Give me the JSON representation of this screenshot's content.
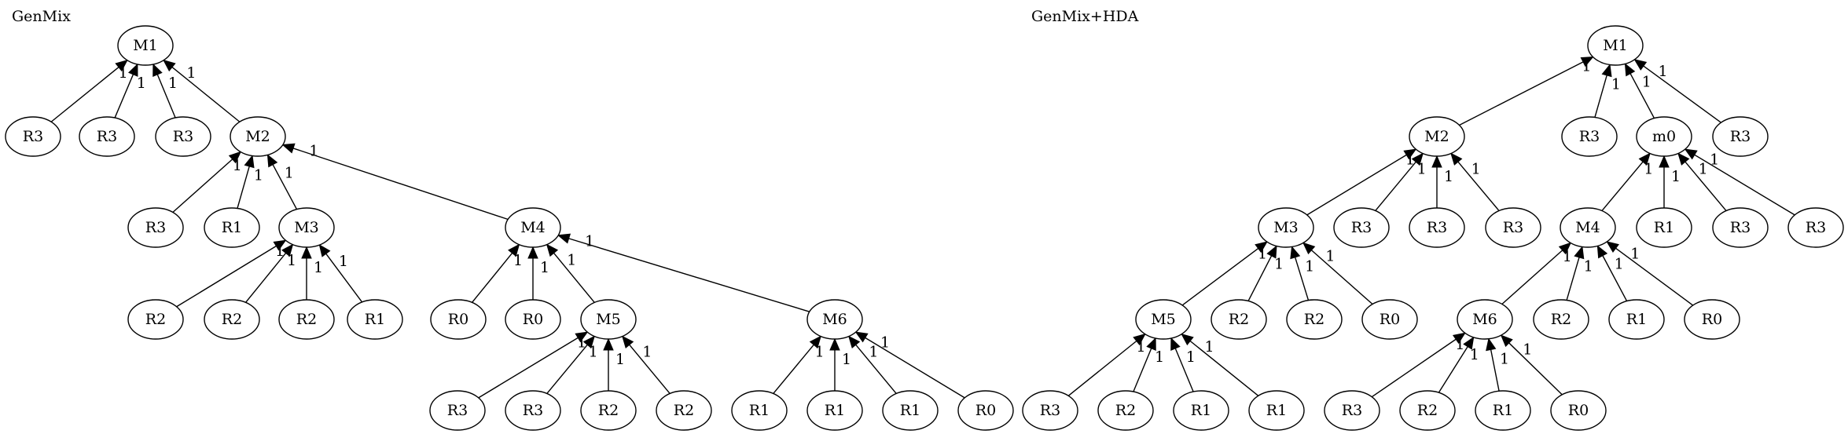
{
  "diagrams": [
    {
      "title": "GenMix",
      "nodes": [
        {
          "id": "a_M1",
          "label": "M1"
        },
        {
          "id": "a_R3a",
          "label": "R3"
        },
        {
          "id": "a_R3b",
          "label": "R3"
        },
        {
          "id": "a_R3c",
          "label": "R3"
        },
        {
          "id": "a_M2",
          "label": "M2"
        },
        {
          "id": "a_R3d",
          "label": "R3"
        },
        {
          "id": "a_R1a",
          "label": "R1"
        },
        {
          "id": "a_M3",
          "label": "M3"
        },
        {
          "id": "a_M4",
          "label": "M4"
        },
        {
          "id": "a_R2a",
          "label": "R2"
        },
        {
          "id": "a_R2b",
          "label": "R2"
        },
        {
          "id": "a_R2c",
          "label": "R2"
        },
        {
          "id": "a_R1b",
          "label": "R1"
        },
        {
          "id": "a_R0a",
          "label": "R0"
        },
        {
          "id": "a_R0b",
          "label": "R0"
        },
        {
          "id": "a_M5",
          "label": "M5"
        },
        {
          "id": "a_M6",
          "label": "M6"
        },
        {
          "id": "a_R3e",
          "label": "R3"
        },
        {
          "id": "a_R3f",
          "label": "R3"
        },
        {
          "id": "a_R2d",
          "label": "R2"
        },
        {
          "id": "a_R2e",
          "label": "R2"
        },
        {
          "id": "a_R1c",
          "label": "R1"
        },
        {
          "id": "a_R1d",
          "label": "R1"
        },
        {
          "id": "a_R1e",
          "label": "R1"
        },
        {
          "id": "a_R0c",
          "label": "R0"
        }
      ],
      "edges": [
        {
          "from": "a_R3a",
          "to": "a_M1",
          "label": "1"
        },
        {
          "from": "a_R3b",
          "to": "a_M1",
          "label": "1"
        },
        {
          "from": "a_R3c",
          "to": "a_M1",
          "label": "1"
        },
        {
          "from": "a_M2",
          "to": "a_M1",
          "label": "1"
        },
        {
          "from": "a_R3d",
          "to": "a_M2",
          "label": "1"
        },
        {
          "from": "a_R1a",
          "to": "a_M2",
          "label": "1"
        },
        {
          "from": "a_M3",
          "to": "a_M2",
          "label": "1"
        },
        {
          "from": "a_M4",
          "to": "a_M2",
          "label": "1"
        },
        {
          "from": "a_R2a",
          "to": "a_M3",
          "label": "1"
        },
        {
          "from": "a_R2b",
          "to": "a_M3",
          "label": "1"
        },
        {
          "from": "a_R2c",
          "to": "a_M3",
          "label": "1"
        },
        {
          "from": "a_R1b",
          "to": "a_M3",
          "label": "1"
        },
        {
          "from": "a_R0a",
          "to": "a_M4",
          "label": "1"
        },
        {
          "from": "a_R0b",
          "to": "a_M4",
          "label": "1"
        },
        {
          "from": "a_M5",
          "to": "a_M4",
          "label": "1"
        },
        {
          "from": "a_M6",
          "to": "a_M4",
          "label": "1"
        },
        {
          "from": "a_R3e",
          "to": "a_M5",
          "label": "1"
        },
        {
          "from": "a_R3f",
          "to": "a_M5",
          "label": "1"
        },
        {
          "from": "a_R2d",
          "to": "a_M5",
          "label": "1"
        },
        {
          "from": "a_R2e",
          "to": "a_M5",
          "label": "1"
        },
        {
          "from": "a_R1c",
          "to": "a_M6",
          "label": "1"
        },
        {
          "from": "a_R1d",
          "to": "a_M6",
          "label": "1"
        },
        {
          "from": "a_R1e",
          "to": "a_M6",
          "label": "1"
        },
        {
          "from": "a_R0c",
          "to": "a_M6",
          "label": "1"
        }
      ]
    },
    {
      "title": "GenMix+HDA",
      "nodes": [
        {
          "id": "b_M1",
          "label": "M1"
        },
        {
          "id": "b_M2",
          "label": "M2"
        },
        {
          "id": "b_R3a",
          "label": "R3"
        },
        {
          "id": "b_m0",
          "label": "m0"
        },
        {
          "id": "b_R3b",
          "label": "R3"
        },
        {
          "id": "b_M3",
          "label": "M3"
        },
        {
          "id": "b_R3c",
          "label": "R3"
        },
        {
          "id": "b_R3d",
          "label": "R3"
        },
        {
          "id": "b_R3e",
          "label": "R3"
        },
        {
          "id": "b_M4",
          "label": "M4"
        },
        {
          "id": "b_R1a",
          "label": "R1"
        },
        {
          "id": "b_R3f",
          "label": "R3"
        },
        {
          "id": "b_R3g",
          "label": "R3"
        },
        {
          "id": "b_M5",
          "label": "M5"
        },
        {
          "id": "b_R2a",
          "label": "R2"
        },
        {
          "id": "b_R2b",
          "label": "R2"
        },
        {
          "id": "b_R0a",
          "label": "R0"
        },
        {
          "id": "b_M6",
          "label": "M6"
        },
        {
          "id": "b_R2c",
          "label": "R2"
        },
        {
          "id": "b_R1b",
          "label": "R1"
        },
        {
          "id": "b_R0b",
          "label": "R0"
        },
        {
          "id": "b_R3h",
          "label": "R3"
        },
        {
          "id": "b_R2d",
          "label": "R2"
        },
        {
          "id": "b_R1c",
          "label": "R1"
        },
        {
          "id": "b_R1d",
          "label": "R1"
        },
        {
          "id": "b_R3i",
          "label": "R3"
        },
        {
          "id": "b_R2e",
          "label": "R2"
        },
        {
          "id": "b_R1e",
          "label": "R1"
        },
        {
          "id": "b_R0c",
          "label": "R0"
        }
      ],
      "edges": [
        {
          "from": "b_M2",
          "to": "b_M1",
          "label": "1"
        },
        {
          "from": "b_R3a",
          "to": "b_M1",
          "label": "1"
        },
        {
          "from": "b_m0",
          "to": "b_M1",
          "label": "1"
        },
        {
          "from": "b_R3b",
          "to": "b_M1",
          "label": "1"
        },
        {
          "from": "b_M3",
          "to": "b_M2",
          "label": "1"
        },
        {
          "from": "b_R3c",
          "to": "b_M2",
          "label": "1"
        },
        {
          "from": "b_R3d",
          "to": "b_M2",
          "label": "1"
        },
        {
          "from": "b_R3e",
          "to": "b_M2",
          "label": "1"
        },
        {
          "from": "b_M4",
          "to": "b_m0",
          "label": "1"
        },
        {
          "from": "b_R1a",
          "to": "b_m0",
          "label": "1"
        },
        {
          "from": "b_R3f",
          "to": "b_m0",
          "label": "1"
        },
        {
          "from": "b_R3g",
          "to": "b_m0",
          "label": "1"
        },
        {
          "from": "b_M5",
          "to": "b_M3",
          "label": "1"
        },
        {
          "from": "b_R2a",
          "to": "b_M3",
          "label": "1"
        },
        {
          "from": "b_R2b",
          "to": "b_M3",
          "label": "1"
        },
        {
          "from": "b_R0a",
          "to": "b_M3",
          "label": "1"
        },
        {
          "from": "b_M6",
          "to": "b_M4",
          "label": "1"
        },
        {
          "from": "b_R2c",
          "to": "b_M4",
          "label": "1"
        },
        {
          "from": "b_R1b",
          "to": "b_M4",
          "label": "1"
        },
        {
          "from": "b_R0b",
          "to": "b_M4",
          "label": "1"
        },
        {
          "from": "b_R3h",
          "to": "b_M5",
          "label": "1"
        },
        {
          "from": "b_R2d",
          "to": "b_M5",
          "label": "1"
        },
        {
          "from": "b_R1c",
          "to": "b_M5",
          "label": "1"
        },
        {
          "from": "b_R1d",
          "to": "b_M5",
          "label": "1"
        },
        {
          "from": "b_R3i",
          "to": "b_M6",
          "label": "1"
        },
        {
          "from": "b_R2e",
          "to": "b_M6",
          "label": "1"
        },
        {
          "from": "b_R1e",
          "to": "b_M6",
          "label": "1"
        },
        {
          "from": "b_R0c",
          "to": "b_M6",
          "label": "1"
        }
      ]
    }
  ]
}
